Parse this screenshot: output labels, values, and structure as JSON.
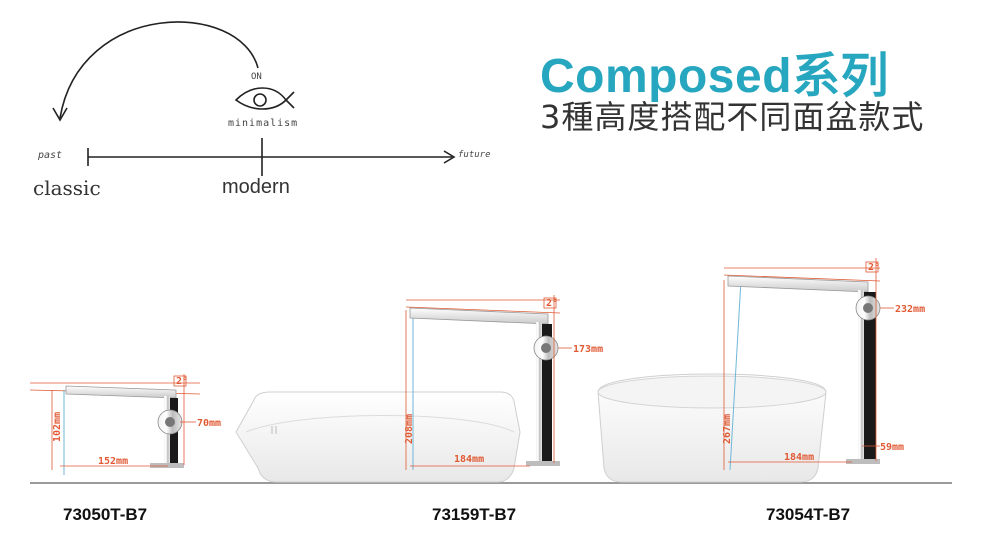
{
  "title": {
    "main": "Composed系列",
    "sub": "3種高度搭配不同面盆款式"
  },
  "sketch": {
    "on_label": "ON",
    "minimalism_label": "minimalism",
    "past_label": "past",
    "future_label": "future",
    "classic_label": "classic",
    "modern_label": "modern"
  },
  "products": [
    {
      "model": "73050T-B7",
      "height": "102mm",
      "spout": "70mm",
      "base": "152mm",
      "angle": "2°"
    },
    {
      "model": "73159T-B7",
      "height": "208mm",
      "spout": "173mm",
      "base": "184mm",
      "angle": "2°"
    },
    {
      "model": "73054T-B7",
      "height": "267mm",
      "spout": "232mm",
      "base": "184mm",
      "handle": "59mm",
      "angle": "2°"
    }
  ],
  "colors": {
    "accent_teal": "#27a7bf",
    "dimension_orange": "#e05a34",
    "guide_blue": "#6fb7d6"
  }
}
